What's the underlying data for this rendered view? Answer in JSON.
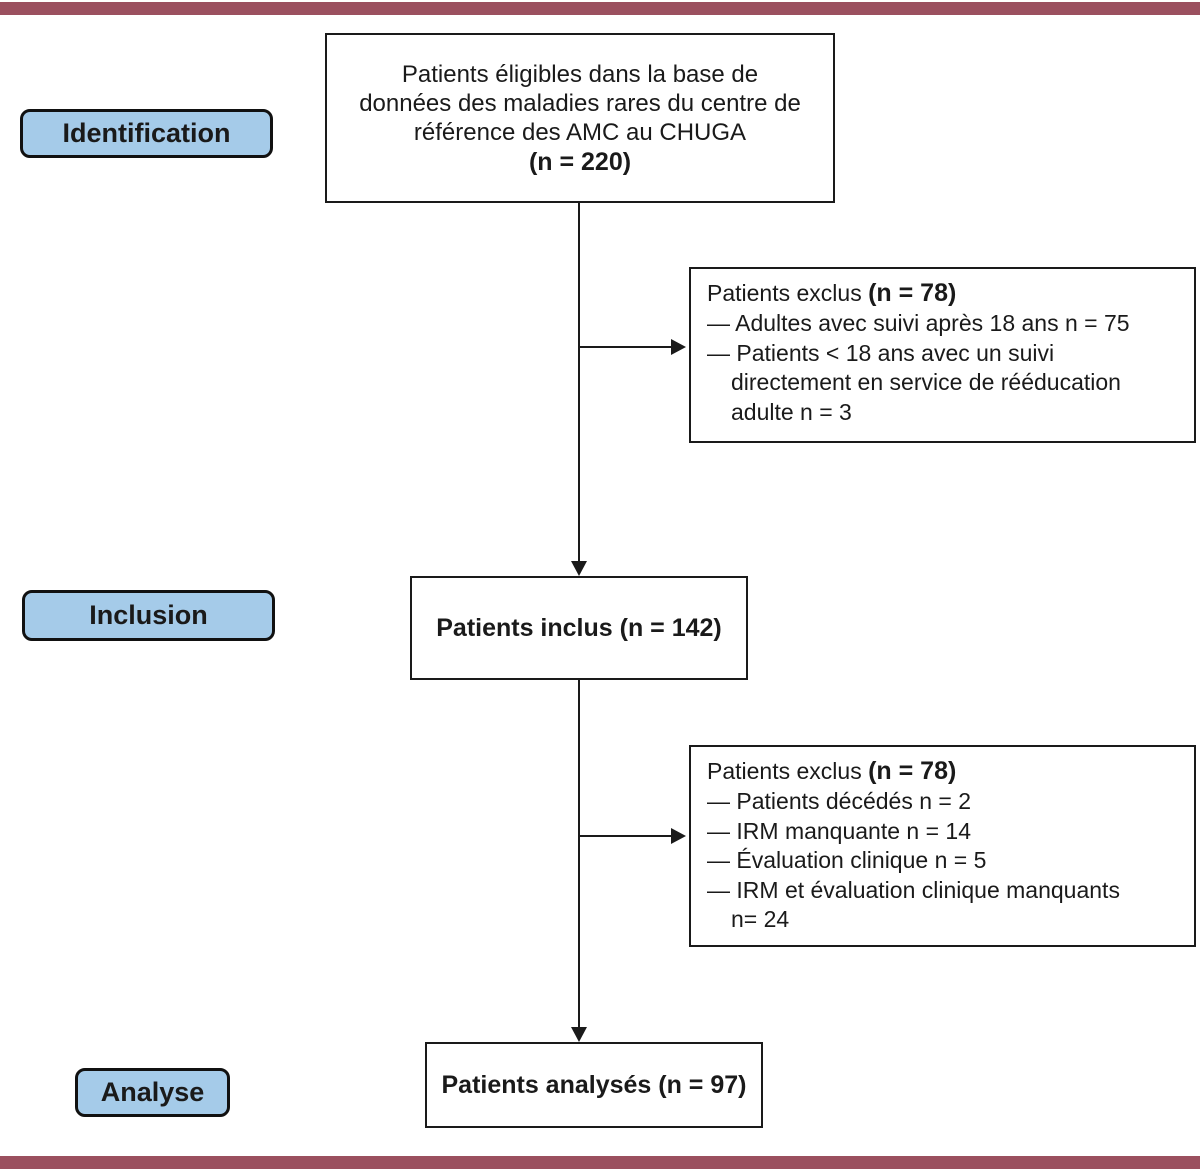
{
  "colors": {
    "bar": "#9b505f",
    "stage_background": "#a5cbe9",
    "border": "#1a1a1a"
  },
  "stages": {
    "identification": "Identification",
    "inclusion": "Inclusion",
    "analyse": "Analyse"
  },
  "boxes": {
    "eligible": {
      "text": "Patients éligibles dans la base de\ndonnées des maladies rares du centre de\nréférence des AMC au CHUGA",
      "count": "(n = 220)"
    },
    "excluded_1": {
      "title": "Patients exclus ",
      "count": "(n = 78)",
      "items": [
        "— Adultes avec suivi après 18 ans n = 75",
        "— Patients < 18 ans avec un suivi\ndirectement en service de rééducation\nadulte n = 3"
      ]
    },
    "included": {
      "text": "Patients inclus (n = 142)"
    },
    "excluded_2": {
      "title": "Patients exclus ",
      "count": "(n = 78)",
      "items": [
        "— Patients décédés n = 2",
        "— IRM manquante n = 14",
        "— Évaluation clinique n = 5",
        "— IRM et évaluation clinique manquants\nn= 24"
      ]
    },
    "analyzed": {
      "text": "Patients analysés (n = 97)"
    }
  }
}
